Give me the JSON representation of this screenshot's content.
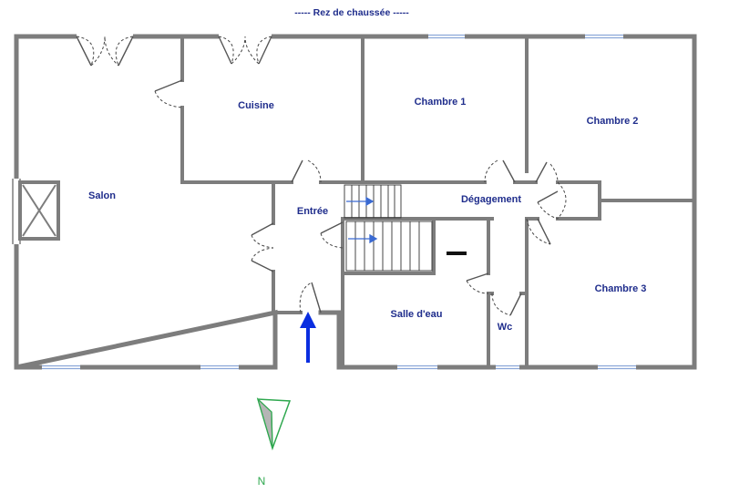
{
  "title": "-----   Rez de chaussée   -----",
  "rooms": {
    "salon": "Salon",
    "cuisine": "Cuisine",
    "chambre1": "Chambre 1",
    "chambre2": "Chambre 2",
    "chambre3": "Chambre 3",
    "entree": "Entrée",
    "degagement": "Dégagement",
    "salle_eau": "Salle d'eau",
    "wc": "Wc"
  },
  "compass": {
    "label": "N"
  },
  "colors": {
    "labels": "#1f2d8c",
    "walls": "#7d7d7d",
    "entrance_arrow": "#0a2ee0",
    "compass": "#2fa84f"
  }
}
